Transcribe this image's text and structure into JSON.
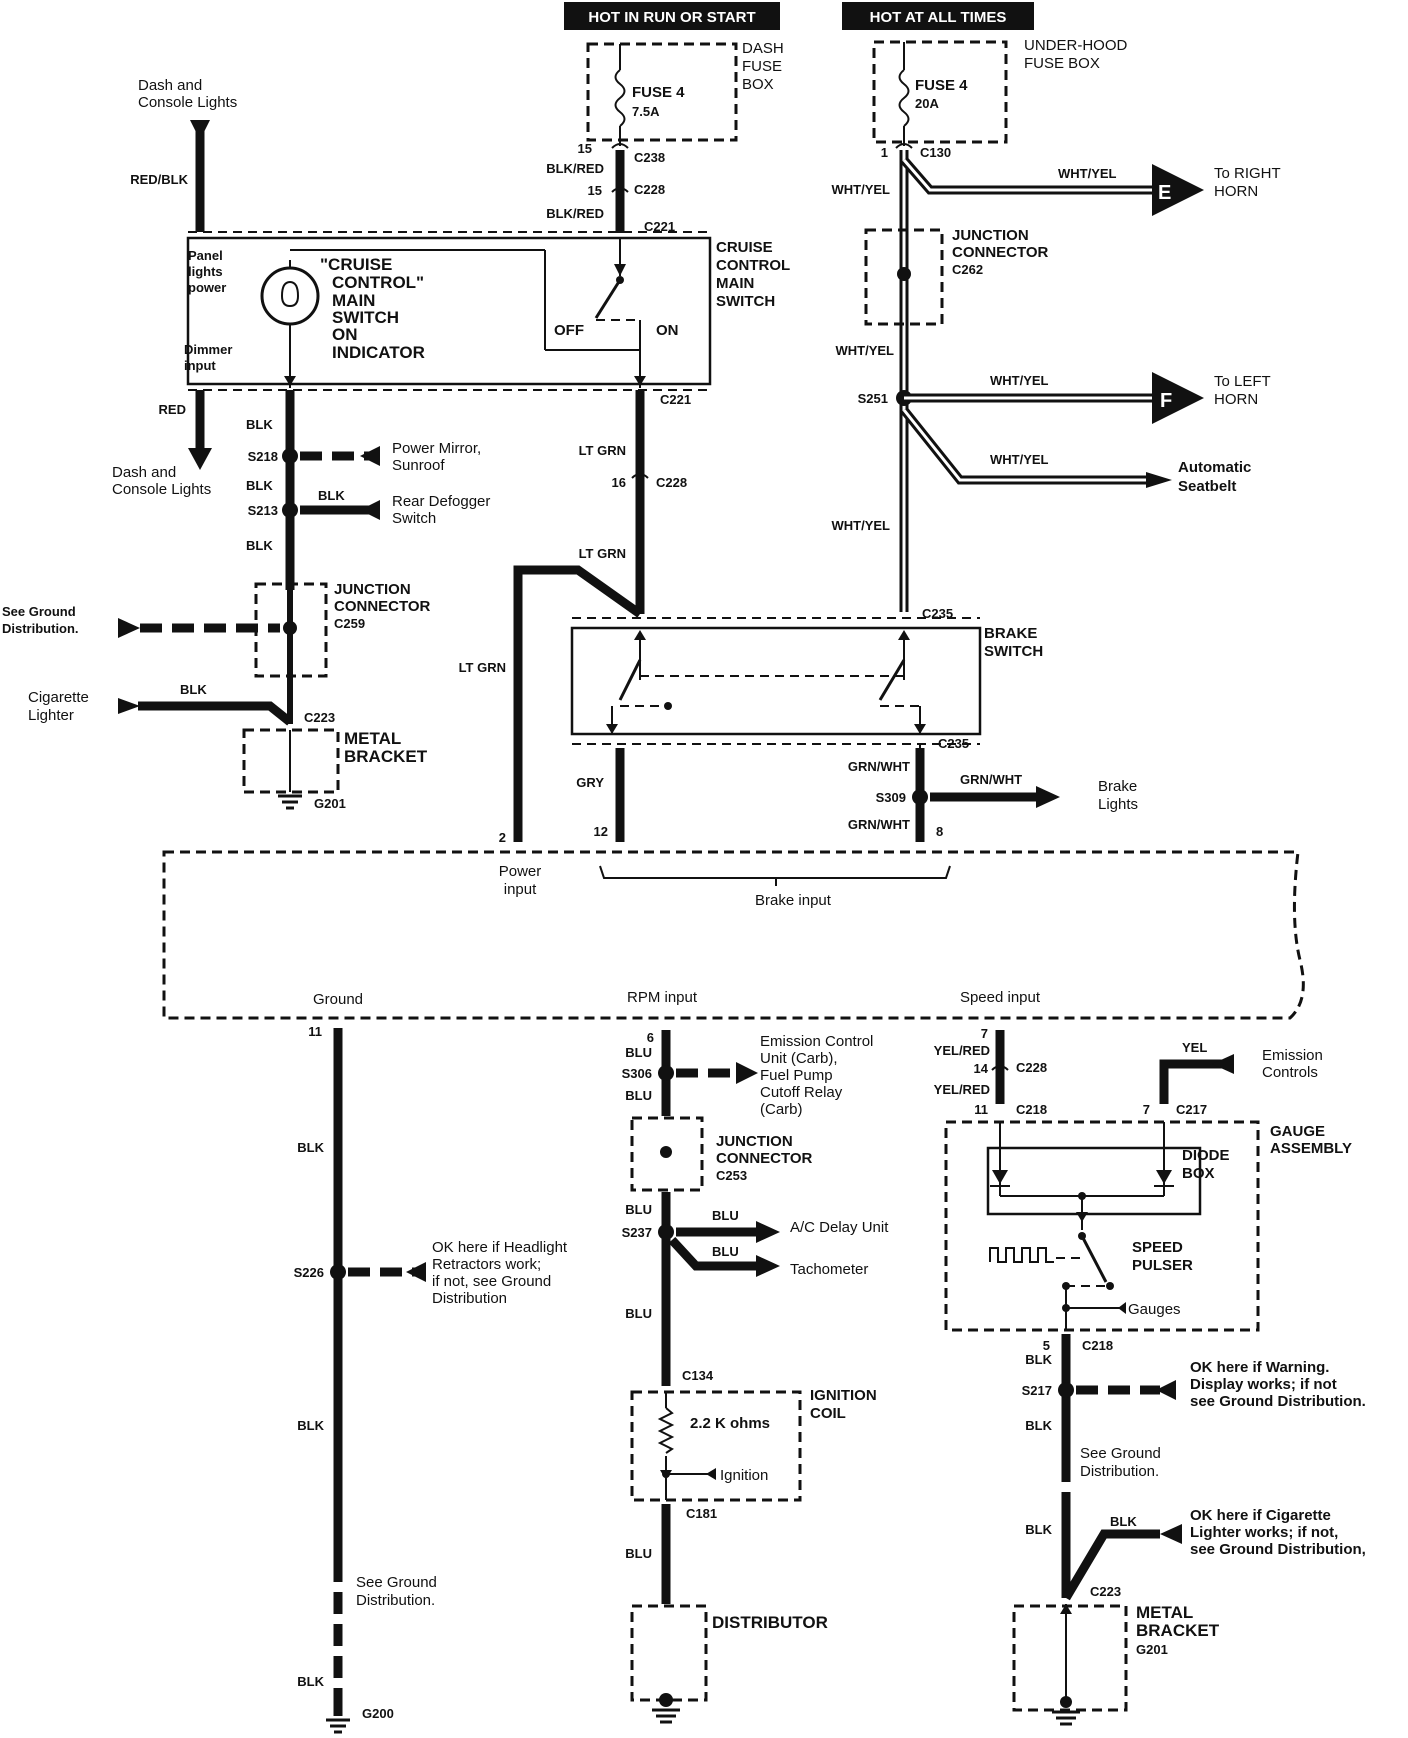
{
  "headers": {
    "hot_run_start": "HOT IN RUN OR START",
    "hot_all_times": "HOT AT ALL TIMES"
  },
  "dash_fuse": {
    "fuse": "FUSE 4",
    "amps": "7.5A",
    "box": [
      "DASH",
      "FUSE",
      "BOX"
    ]
  },
  "hood_fuse": {
    "fuse": "FUSE 4",
    "amps": "20A",
    "box": [
      "UNDER-HOOD",
      "FUSE BOX"
    ]
  },
  "connectors": {
    "c238": "C238",
    "c228": "C228",
    "c221": "C221",
    "c130": "C130",
    "c262": "C262",
    "c235": "C235",
    "c259": "C259",
    "c223": "C223",
    "c218": "C218",
    "c217": "C217",
    "c253": "C253",
    "c134": "C134",
    "c181": "C181"
  },
  "pins": {
    "p15a": "15",
    "p15b": "15",
    "p1": "1",
    "p16": "16",
    "p2": "2",
    "p12": "12",
    "p8": "8",
    "p11a": "11",
    "p6": "6",
    "p7a": "7",
    "p14": "14",
    "p11b": "11",
    "p7b": "7",
    "p5": "5"
  },
  "wires": {
    "blk_red": "BLK/RED",
    "wht_yel": "WHT/YEL",
    "red_blk": "RED/BLK",
    "red": "RED",
    "blk": "BLK",
    "lt_grn": "LT GRN",
    "gry": "GRY",
    "grn_wht": "GRN/WHT",
    "blu": "BLU",
    "yel_red": "YEL/RED",
    "yel": "YEL"
  },
  "splices": {
    "s218": "S218",
    "s213": "S213",
    "s251": "S251",
    "s309": "S309",
    "s226": "S226",
    "s306": "S306",
    "s237": "S237",
    "s217": "S217"
  },
  "grounds": {
    "g201": "G201",
    "g200": "G200"
  },
  "labels": {
    "dash_console_lights": [
      "Dash and",
      "Console Lights"
    ],
    "panel_lights_power": [
      "Panel",
      "lights",
      "power"
    ],
    "dimmer_input": [
      "Dimmer",
      "input"
    ],
    "indicator": [
      "\"CRUISE",
      "CONTROL\"",
      "MAIN",
      "SWITCH",
      "ON",
      "INDICATOR"
    ],
    "off": "OFF",
    "on": "ON",
    "cruise_switch": [
      "CRUISE",
      "CONTROL",
      "MAIN",
      "SWITCH"
    ],
    "right_horn": [
      "To RIGHT",
      "HORN"
    ],
    "left_horn": [
      "To LEFT",
      "HORN"
    ],
    "junction": [
      "JUNCTION",
      "CONNECTOR"
    ],
    "auto_seatbelt": [
      "Automatic",
      "Seatbelt"
    ],
    "power_mirror": [
      "Power Mirror,",
      "Sunroof"
    ],
    "rear_defogger": [
      "Rear Defogger",
      "Switch"
    ],
    "see_ground": [
      "See Ground",
      "Distribution."
    ],
    "cig_lighter": [
      "Cigarette",
      "Lighter"
    ],
    "metal_bracket": [
      "METAL",
      "BRACKET"
    ],
    "brake_switch": [
      "BRAKE",
      "SWITCH"
    ],
    "brake_lights": [
      "Brake",
      "Lights"
    ],
    "power_input": [
      "Power",
      "input"
    ],
    "brake_input": "Brake input",
    "ground": "Ground",
    "rpm_input": "RPM input",
    "speed_input": "Speed input",
    "emission_ctrl": [
      "Emission Control",
      "Unit (Carb),",
      "Fuel Pump",
      "Cutoff Relay",
      "(Carb)"
    ],
    "emission_controls": [
      "Emission",
      "Controls"
    ],
    "gauge_assembly": [
      "GAUGE",
      "ASSEMBLY"
    ],
    "diode_box": [
      "DIODE",
      "BOX"
    ],
    "speed_pulser": [
      "SPEED",
      "PULSER"
    ],
    "gauges": "Gauges",
    "ac_delay": "A/C Delay Unit",
    "tachometer": "Tachometer",
    "headlight_ok": [
      "OK here if Headlight",
      "Retractors work;",
      "if not, see Ground",
      "Distribution"
    ],
    "warning_ok": [
      "OK here if Warning.",
      "Display works; if not",
      "see Ground Distribution."
    ],
    "cig_ok": [
      "OK here if Cigarette",
      "Lighter works; if not,",
      "see Ground Distribution,"
    ],
    "ignition_coil": [
      "IGNITION",
      "COIL"
    ],
    "ohms": "2.2 K ohms",
    "ignition": "Ignition",
    "distributor": "DISTRIBUTOR",
    "conn_e": "E",
    "conn_f": "F"
  }
}
